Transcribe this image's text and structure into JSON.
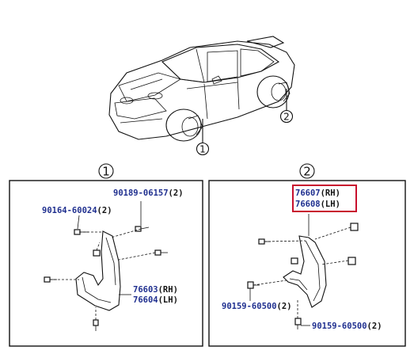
{
  "callouts": {
    "circle_1": "1",
    "circle_2": "2"
  },
  "panels": {
    "left": {
      "number": "1",
      "labels": [
        {
          "part": "90189-06157",
          "qty": "(2)"
        },
        {
          "part": "90164-60024",
          "qty": "(2)"
        },
        {
          "part": "76603",
          "qty": "(RH)"
        },
        {
          "part": "76604",
          "qty": "(LH)"
        }
      ]
    },
    "right": {
      "number": "2",
      "highlight_color": "#c8102e",
      "labels": [
        {
          "part": "76607",
          "qty": "(RH)"
        },
        {
          "part": "76608",
          "qty": "(LH)"
        },
        {
          "part": "90159-60500",
          "qty": "(2)"
        },
        {
          "part": "90159-60500",
          "qty": "(2)"
        }
      ]
    }
  },
  "colors": {
    "part_number": "#1f2f8f",
    "line": "#111111",
    "highlight": "#c8102e"
  }
}
